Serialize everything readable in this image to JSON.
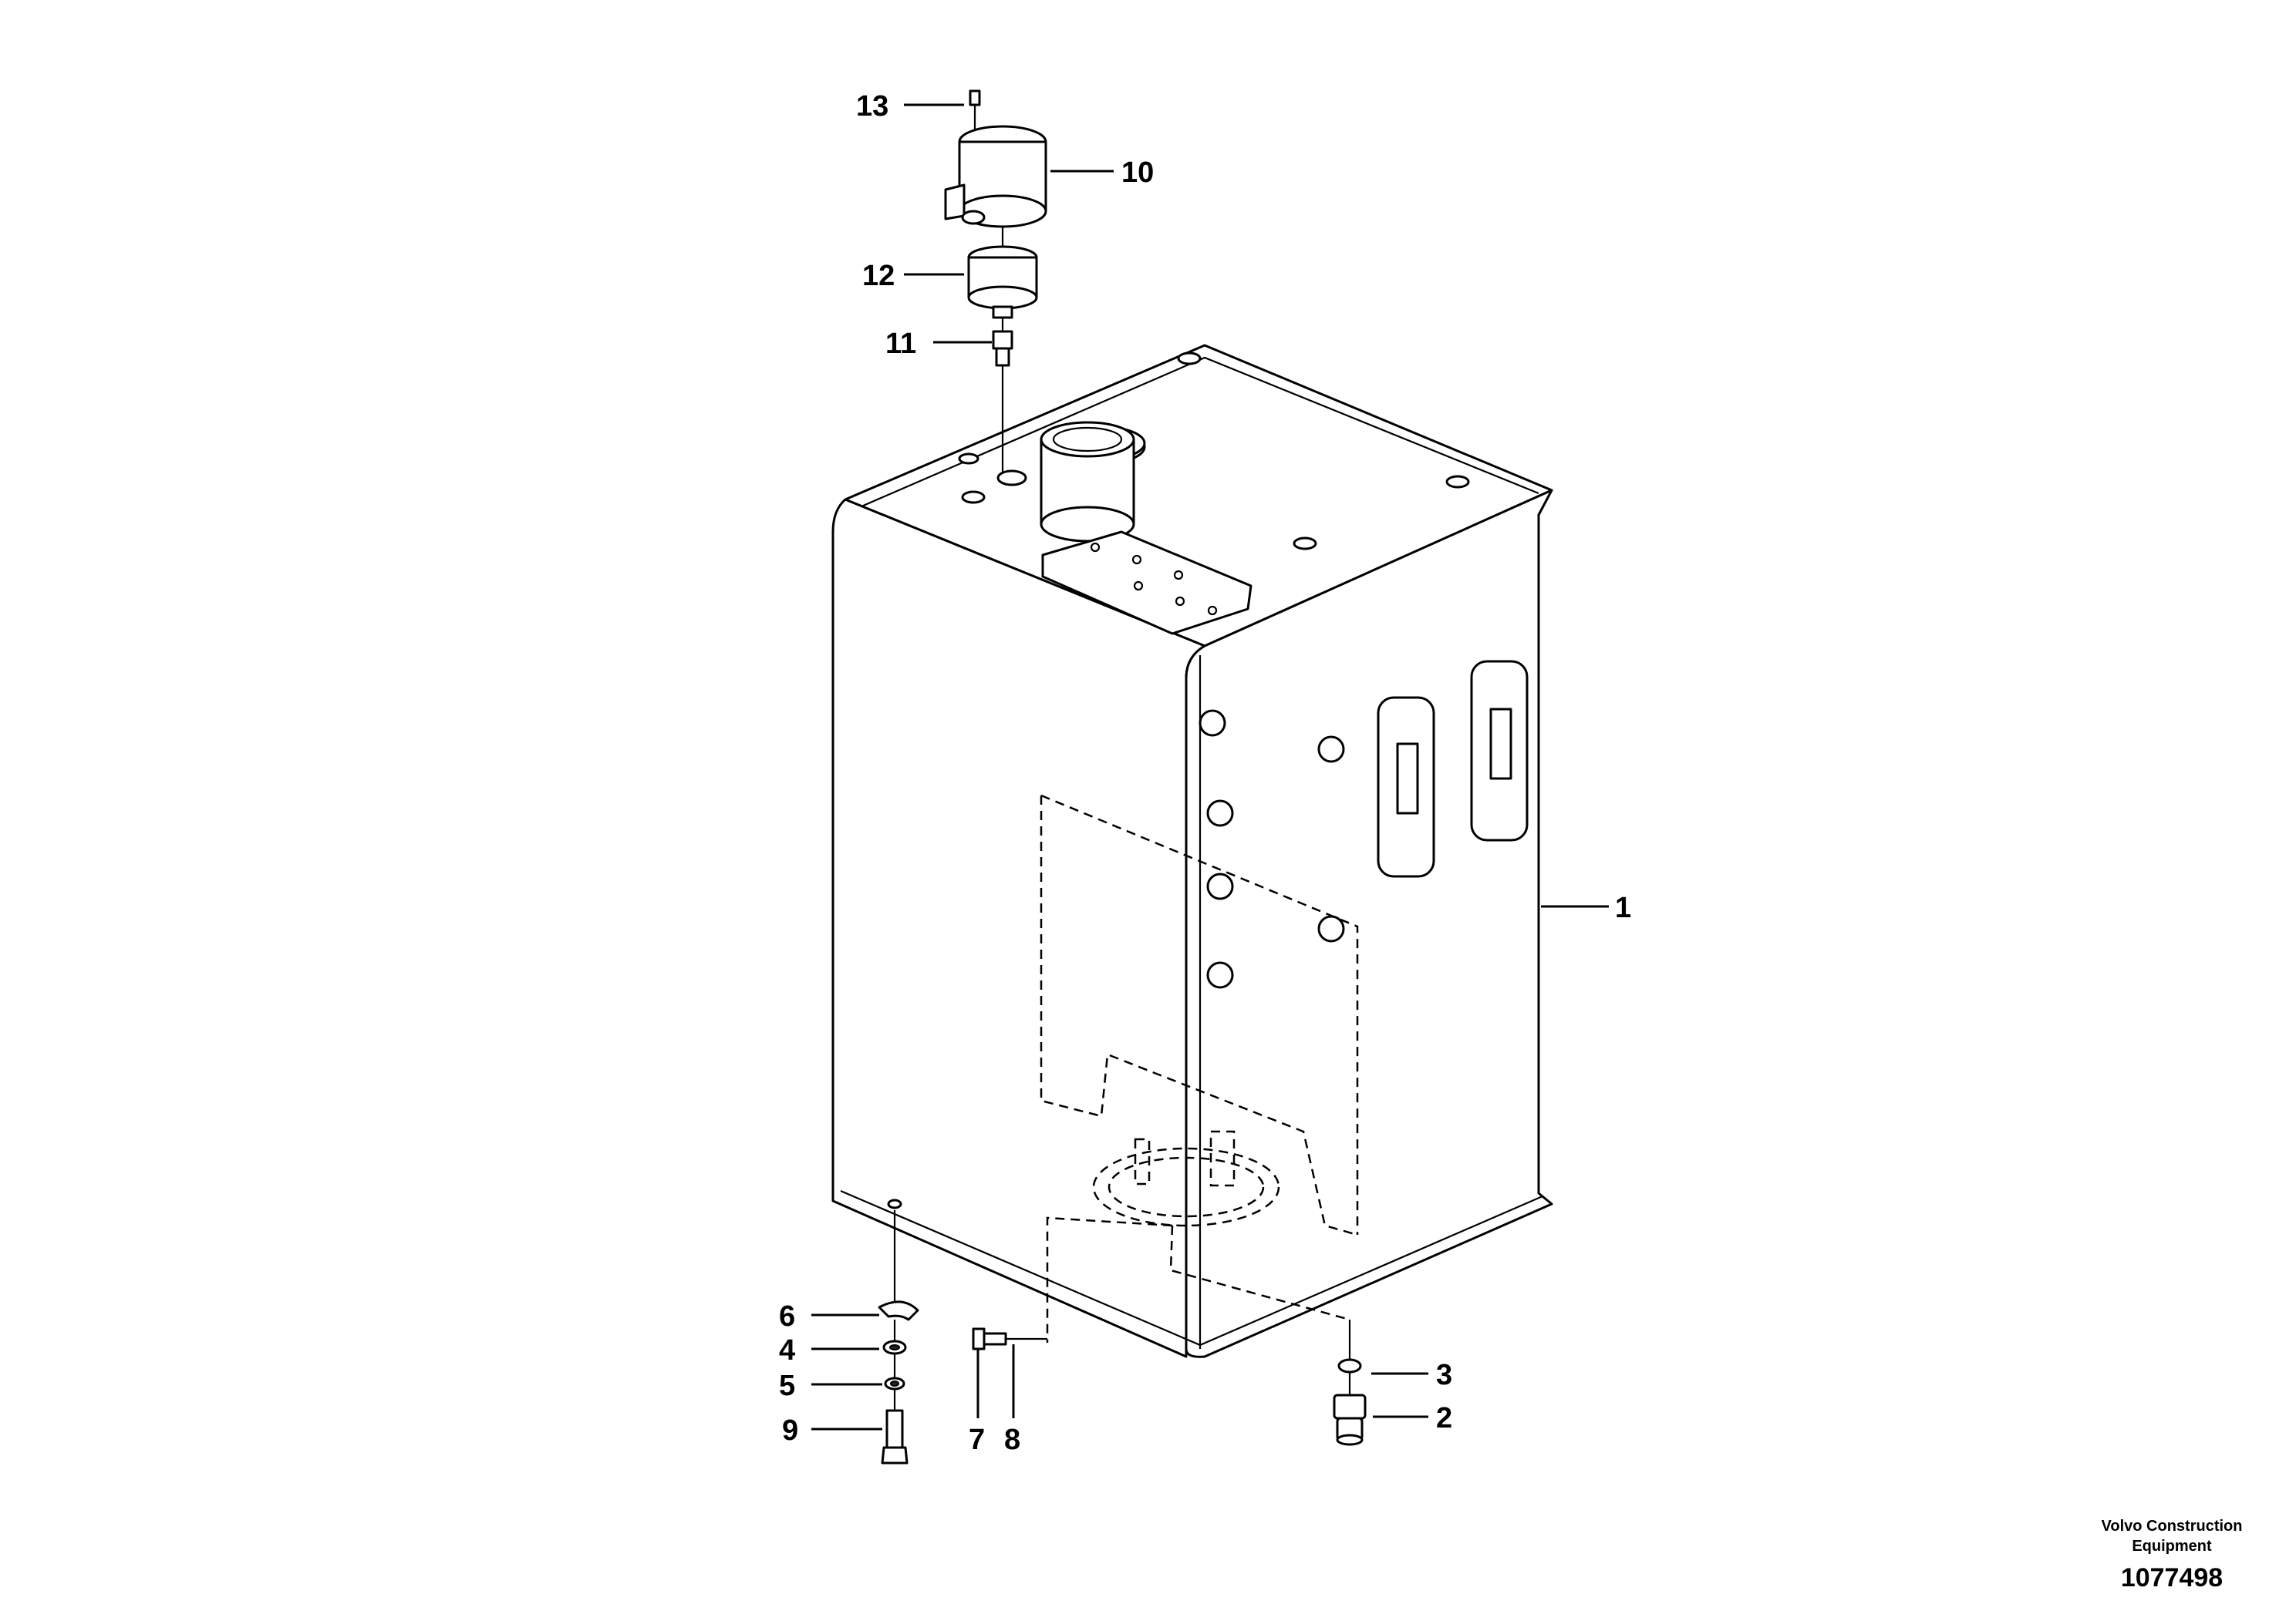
{
  "parts": [
    {
      "id": "1",
      "label": "1"
    },
    {
      "id": "2",
      "label": "2"
    },
    {
      "id": "3",
      "label": "3"
    },
    {
      "id": "4",
      "label": "4"
    },
    {
      "id": "5",
      "label": "5"
    },
    {
      "id": "6",
      "label": "6"
    },
    {
      "id": "7",
      "label": "7"
    },
    {
      "id": "8",
      "label": "8"
    },
    {
      "id": "9",
      "label": "9"
    },
    {
      "id": "10",
      "label": "10"
    },
    {
      "id": "11",
      "label": "11"
    },
    {
      "id": "12",
      "label": "12"
    },
    {
      "id": "13",
      "label": "13"
    }
  ],
  "footer": {
    "credit_line1": "Volvo Construction",
    "credit_line2": "Equipment",
    "document_number": "1077498"
  }
}
